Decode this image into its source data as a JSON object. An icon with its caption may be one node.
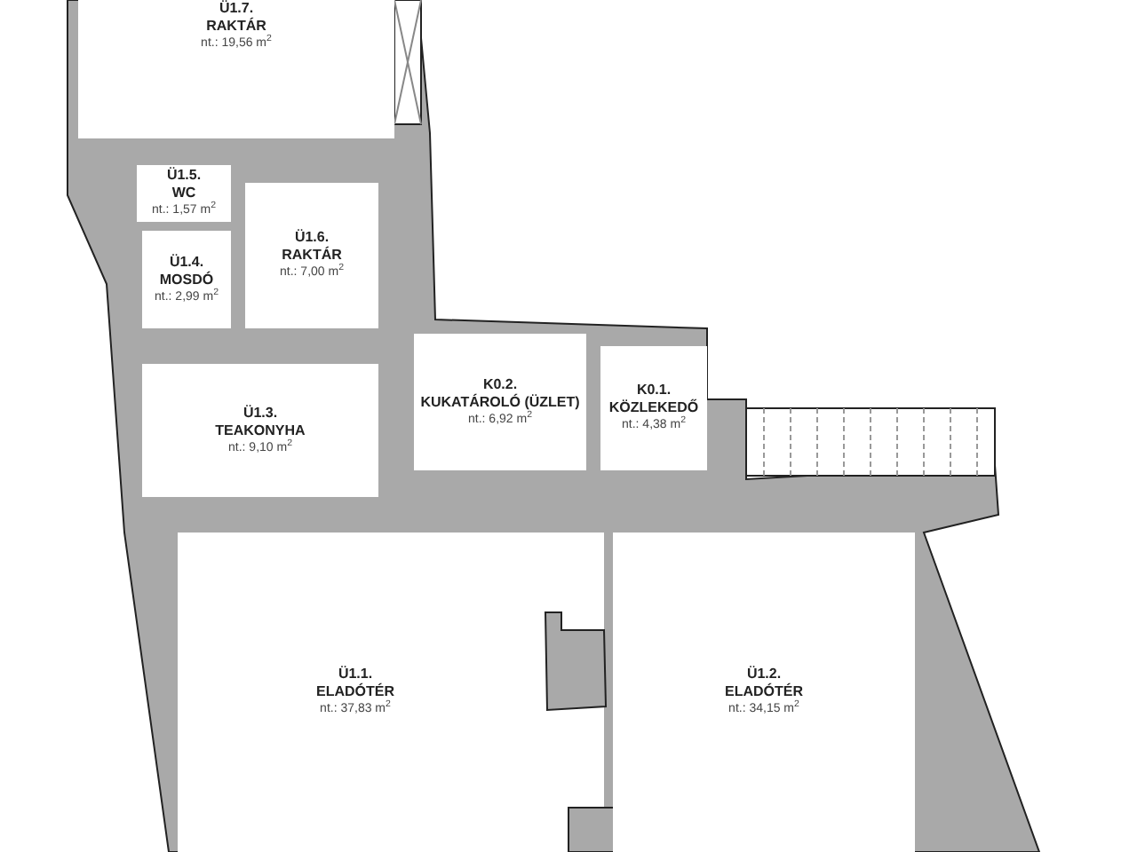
{
  "diagram": {
    "nodes": [
      {
        "text": [
          "Ü1.7.",
          "RAKTÁR",
          "nt.: 19,56 m$^{2}$"
        ]
      },
      {
        "text": [
          "Ü1.5.",
          "WC",
          "nt.: 1,57 m$^{2}$"
        ]
      },
      {
        "text": [
          "Ü1.4.",
          "MOSDÓ",
          "nt.: 2,99 m$^{2}$"
        ]
      },
      {
        "text": [
          "Ü1.6.",
          "RAKTÁR",
          "nt.: 7,00 m$^{2}$"
        ]
      },
      {
        "text": [
          "Ü1.3.",
          "TEAKONYHA",
          "nt.: 9,10 m$^{2}$"
        ]
      },
      {
        "text": [
          "K0.2.",
          "KUKATÁROLÓ (ÜZLET)",
          "nt.: 6,92 m$^{2}$"
        ]
      },
      {
        "text": [
          "K0.1.",
          "KÖZLEKEDŐ",
          "nt.: 4,38 m$^{2}$"
        ]
      },
      {
        "text": [
          "Ü1.1.",
          "ELADÓTÉR",
          "nt.: 37,83 m$^{2}$"
        ]
      },
      {
        "text": [
          "Ü1.2.",
          "ELADÓTÉR",
          "nt.: 34,15 m$^{2}$"
        ]
      }
    ]
  }
}
